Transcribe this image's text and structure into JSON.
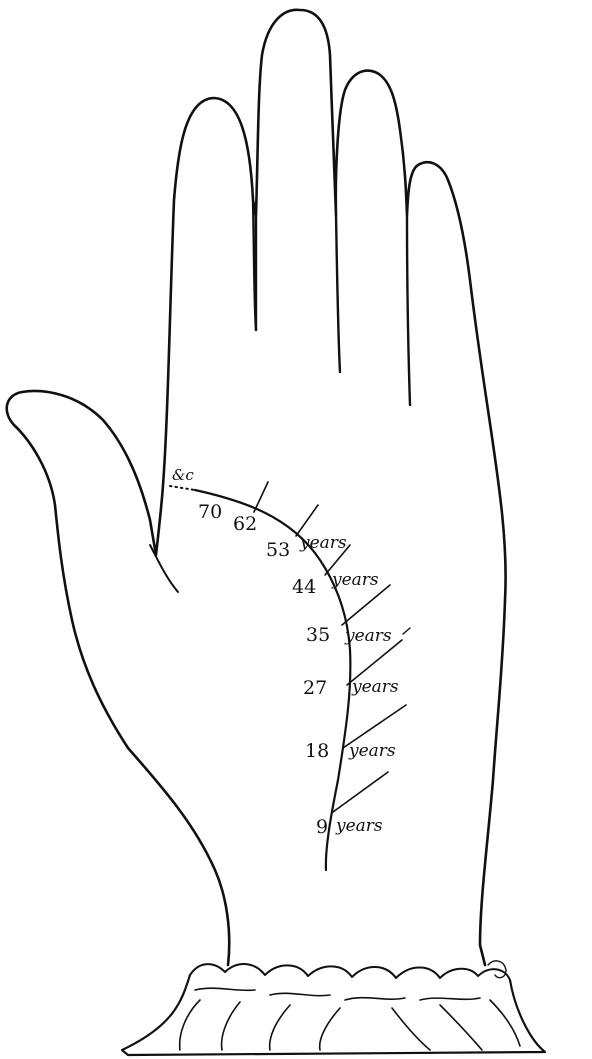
{
  "etc_label": "&c",
  "ages": [
    {
      "age": "70",
      "unit": ""
    },
    {
      "age": "62",
      "unit": ""
    },
    {
      "age": "53",
      "unit": "years"
    },
    {
      "age": "44",
      "unit": "years"
    },
    {
      "age": "35",
      "unit": "years"
    },
    {
      "age": "27",
      "unit": "years"
    },
    {
      "age": "18",
      "unit": "years"
    },
    {
      "age": "9",
      "unit": "years"
    }
  ],
  "colors": {
    "ink": "#111111",
    "paper": "#ffffff"
  }
}
